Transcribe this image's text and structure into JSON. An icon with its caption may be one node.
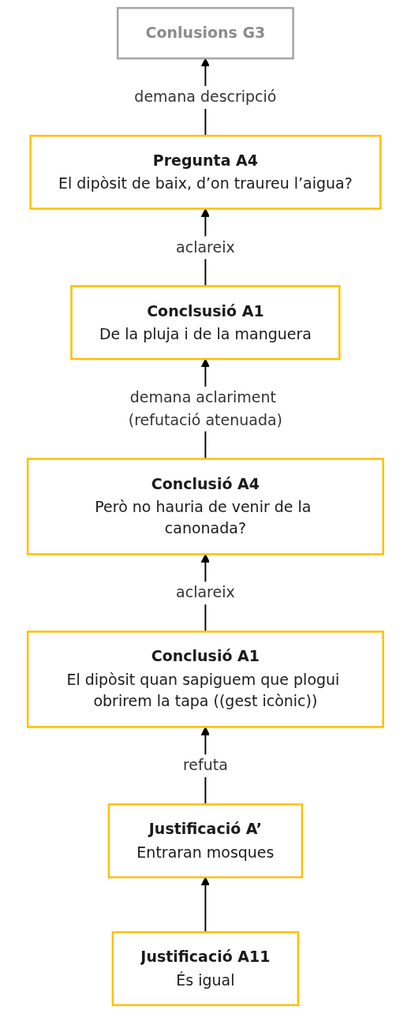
{
  "diagram": {
    "nodes": [
      {
        "text": [
          "Conlusions G3"
        ]
      },
      {
        "text": [
          "Pregunta A4",
          "El dipòsit de baix, d’on traureu l’aigua?"
        ]
      },
      {
        "text": [
          "Conclsusió A1",
          "De la pluja i de la manguera"
        ]
      },
      {
        "text": [
          "Conclusió A4",
          "Però no hauria de venir de la canonada?"
        ]
      },
      {
        "text": [
          "Conclusió A1",
          "El dipòsit quan sapiguem que plogui obrirem la tapa ((gest icònic))"
        ]
      },
      {
        "text": [
          "Justificació A’",
          "Entraran mosques"
        ]
      },
      {
        "text": [
          "Justificació A11",
          "És igual"
        ]
      }
    ],
    "edges": [
      {
        "from": 1,
        "to": 0,
        "arrow": "to",
        "label": "demana descripció"
      },
      {
        "from": 2,
        "to": 1,
        "arrow": "to",
        "label": "aclareix"
      },
      {
        "from": 3,
        "to": 2,
        "arrow": "to",
        "label": "demana aclariment (refutació atenuada)"
      },
      {
        "from": 4,
        "to": 3,
        "arrow": "to",
        "label": "aclareix"
      },
      {
        "from": 5,
        "to": 4,
        "arrow": "to",
        "label": "refuta"
      },
      {
        "from": 6,
        "to": 5,
        "arrow": "to"
      }
    ]
  }
}
